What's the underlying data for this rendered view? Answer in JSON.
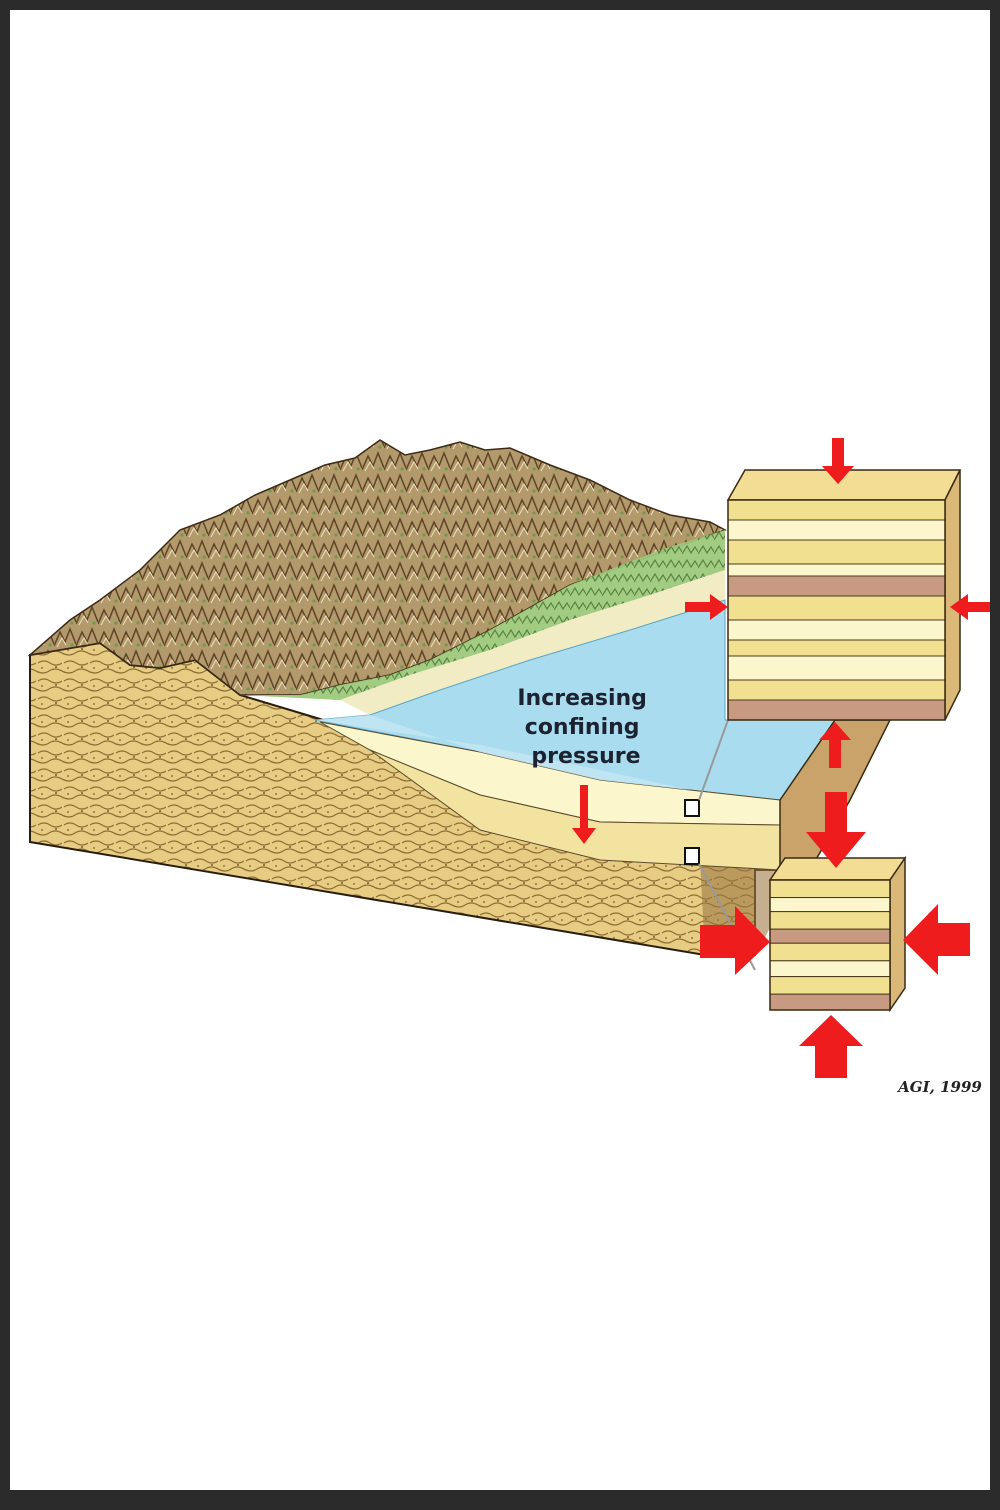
{
  "diagram": {
    "label": [
      "Increasing",
      "confining",
      "pressure"
    ],
    "credit": "AGI, 1999"
  },
  "colors": {
    "arrow": "#ee1c1c",
    "water": "#a9dcee",
    "sediment": "#e7cf86",
    "layer_light": "#fbf6cc",
    "layer_yellow": "#f0e08f",
    "layer_dark": "#c99a82",
    "mountain_green": "#86b86a",
    "mountain_brown": "#9c7a52"
  }
}
